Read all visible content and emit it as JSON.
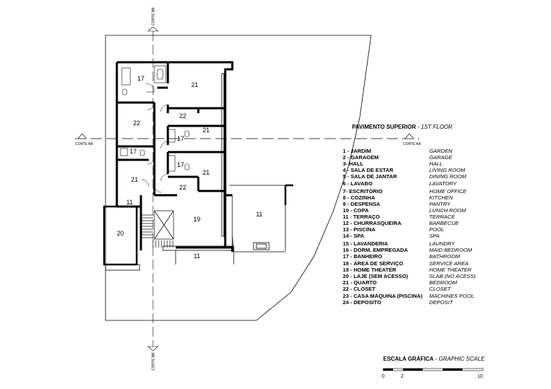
{
  "section_cuts": {
    "bb_top": "CORTE BB",
    "bb_bottom": "CORTE BB",
    "aa_left": "CORTE AA",
    "aa_right": "CORTE AA"
  },
  "rooms": {
    "r_bath_top": "17",
    "r_bed_top": "21",
    "r_hall_upper": "22",
    "r_closet_mid": "22",
    "r_bed_mid": "21",
    "r_bath_mid": "17",
    "r_bath_left": "17",
    "r_bath_lower": "17",
    "r_bed_lower": "21",
    "r_bed_left": "21",
    "r_closet_lower": "22",
    "r_terrace_small": "11",
    "r_slab": "20",
    "r_home_theater": "19",
    "r_terrace_right": "11",
    "r_terrace_bottom": "11"
  },
  "title": {
    "pt": "PAVIMENTO SUPERIOR",
    "en": " - 1ST FLOOR"
  },
  "legend": [
    {
      "pt": "1 -  JARDIM",
      "en": "GARDEN"
    },
    {
      "pt": "2 - GARAGEM",
      "en": "GARAGE"
    },
    {
      "pt": "3-  HALL",
      "en": "HALL"
    },
    {
      "pt": "4 - SALA DE ESTAR",
      "en": "LIVING ROOM"
    },
    {
      "pt": "5 - SALA DE JANTAR",
      "en": "DINING ROOM"
    },
    {
      "pt": "6 - LAVABO",
      "en": "LAVATORY"
    },
    {
      "pt": "7- ESCRITÓRIO",
      "en": "HOME OFFICE"
    },
    {
      "pt": "8 - COZINHA",
      "en": "KITCHEN"
    },
    {
      "pt": "9 - DESPENSA",
      "en": "PANTRY"
    },
    {
      "pt": "10 - COPA",
      "en": "LUNCH ROOM"
    },
    {
      "pt": "11 - TERRAÇO",
      "en": "TERRACE"
    },
    {
      "pt": "12 - CHURRASQUEIRA",
      "en": "BARBECUE"
    },
    {
      "pt": "13 - PISCINA",
      "en": "POOL"
    },
    {
      "pt": "14 - SPA",
      "en": "SPA"
    },
    {
      "pt": "15 - LAVANDERIA",
      "en": "LAUNDRY"
    },
    {
      "pt": "16 - DORM. EMPREGADA",
      "en": "MAID BEDROOM"
    },
    {
      "pt": "17 - BANHEIRO",
      "en": "BATHROOM"
    },
    {
      "pt": "18 - ÁREA DE SERVIÇO",
      "en": "SERVICE AREA"
    },
    {
      "pt": "19 - HOME THEATER",
      "en": "HOME THEATER"
    },
    {
      "pt": "20 - LAJE (SEM ACESSO)",
      "en": "SLAB (NO ACESS)"
    },
    {
      "pt": "21 - QUARTO",
      "en": "BEDROOM"
    },
    {
      "pt": "22 - CLOSET",
      "en": "CLOSET"
    },
    {
      "pt": "23 - CASA MÁQUINA (PISCINA)",
      "en": "MACHINES POOL"
    },
    {
      "pt": "24 - DEPOSITO",
      "en": "DEPOSIT"
    }
  ],
  "scale": {
    "pt": "ESCALA GRÁFICA",
    "en": " - GRAPHIC SCALE",
    "ticks": [
      "0",
      "2",
      "10"
    ]
  }
}
